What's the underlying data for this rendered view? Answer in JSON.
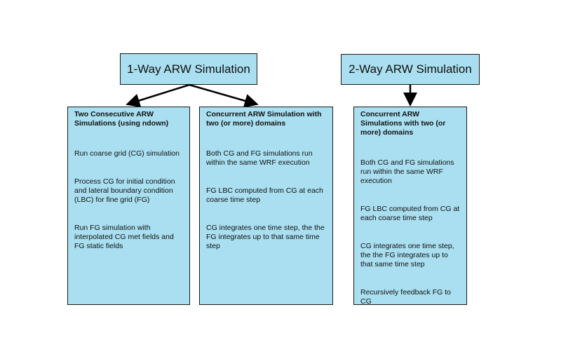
{
  "one_way": {
    "title": "1-Way ARW Simulation",
    "left_box": {
      "heading": "Two Consecutive ARW Simulations (using ndown)",
      "items": [
        "Run coarse grid (CG) simulation",
        "Process CG for initial condition and lateral boundary condition (LBC) for fine grid (FG)",
        "Run FG simulation with interpolated CG met fields and FG static fields"
      ]
    },
    "right_box": {
      "heading": "Concurrent ARW Simulation with two (or more) domains",
      "items": [
        "Both CG and FG simulations run within the same WRF execution",
        "FG LBC computed from CG at each coarse time step",
        "CG integrates one time step, the the FG integrates up to that same time step"
      ]
    }
  },
  "two_way": {
    "title": "2-Way ARW Simulation",
    "box": {
      "heading": "Concurrent ARW Simulations with two (or more) domains",
      "items": [
        "Both CG and FG simulations run within the same WRF execution",
        "FG LBC computed from CG at each coarse time step",
        "CG integrates one time step, the the FG integrates up to that same time step",
        "Recursively feedback FG to CG"
      ]
    }
  },
  "colors": {
    "box_fill": "#a9dff0",
    "border": "#1a1a1a",
    "arrow": "#000000"
  }
}
